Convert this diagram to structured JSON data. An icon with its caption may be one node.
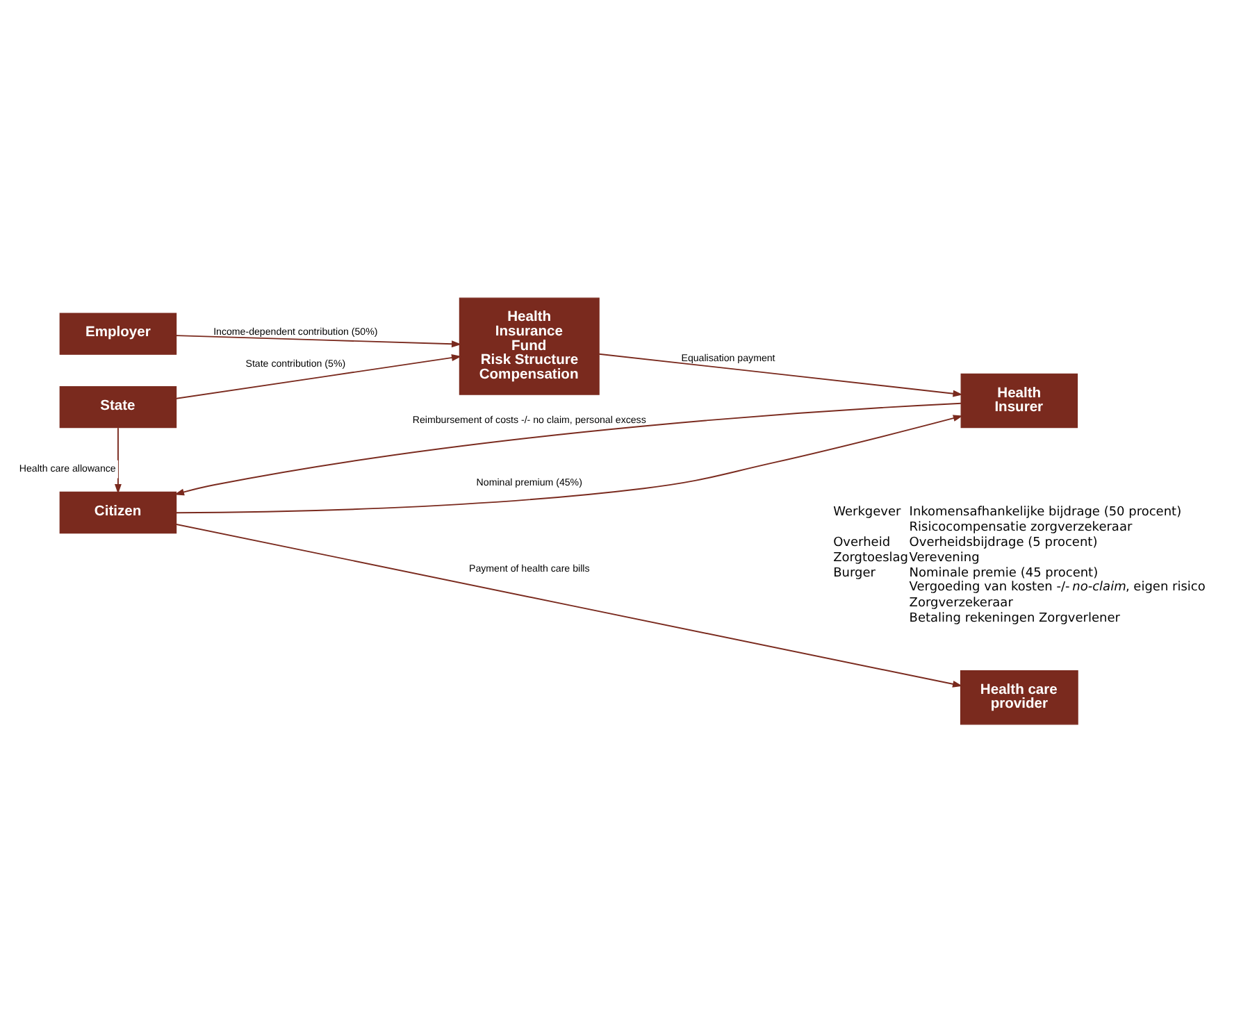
{
  "diagram": {
    "nodes": [
      {
        "text": [
          "Employer"
        ]
      },
      {
        "text": [
          "Health Insurance Fund Risk Structure Compensation"
        ]
      },
      {
        "text": [
          "State"
        ]
      },
      {
        "text": [
          "Citizen"
        ]
      },
      {
        "text": [
          "Health Insurer"
        ]
      },
      {
        "text": [
          "Health care provider"
        ]
      }
    ],
    "edges": [
      {
        "from": 0,
        "to": 1,
        "arrow": "to",
        "label": "Income-dependent contribution (50%)"
      },
      {
        "from": 2,
        "to": 1,
        "arrow": "to",
        "label": "State contribution (5%)"
      },
      {
        "from": 2,
        "to": 3,
        "arrow": "to",
        "label": "Health care allowance"
      },
      {
        "from": 1,
        "to": 4,
        "arrow": "to",
        "label": "Equalisation payment"
      },
      {
        "from": 3,
        "to": 4,
        "arrow": "to",
        "label": "Nominal premium (45%)"
      },
      {
        "from": 4,
        "to": 3,
        "arrow": "to",
        "label": "Reimbursement of costs -/- no claim, personal excess"
      },
      {
        "from": 3,
        "to": 5,
        "arrow": "to",
        "label": "Payment of health care bills"
      }
    ],
    "labels": [
      "Werkgever",
      "Inkomensafhankelijke bijdrage (50 procent)",
      "Risicocompensatie zorgverzekeraar",
      "Overheid",
      "Overheidsbijdrage (5 procent)",
      "Zorgtoeslag",
      "Verevening",
      "Burger",
      "Nominale premie (45 procent)",
      "Vergoeding van kosten -/- *no-claim*, eigen risico",
      "Zorgverzekeraar",
      "Betaling rekeningen Zorgverlener"
    ]
  }
}
